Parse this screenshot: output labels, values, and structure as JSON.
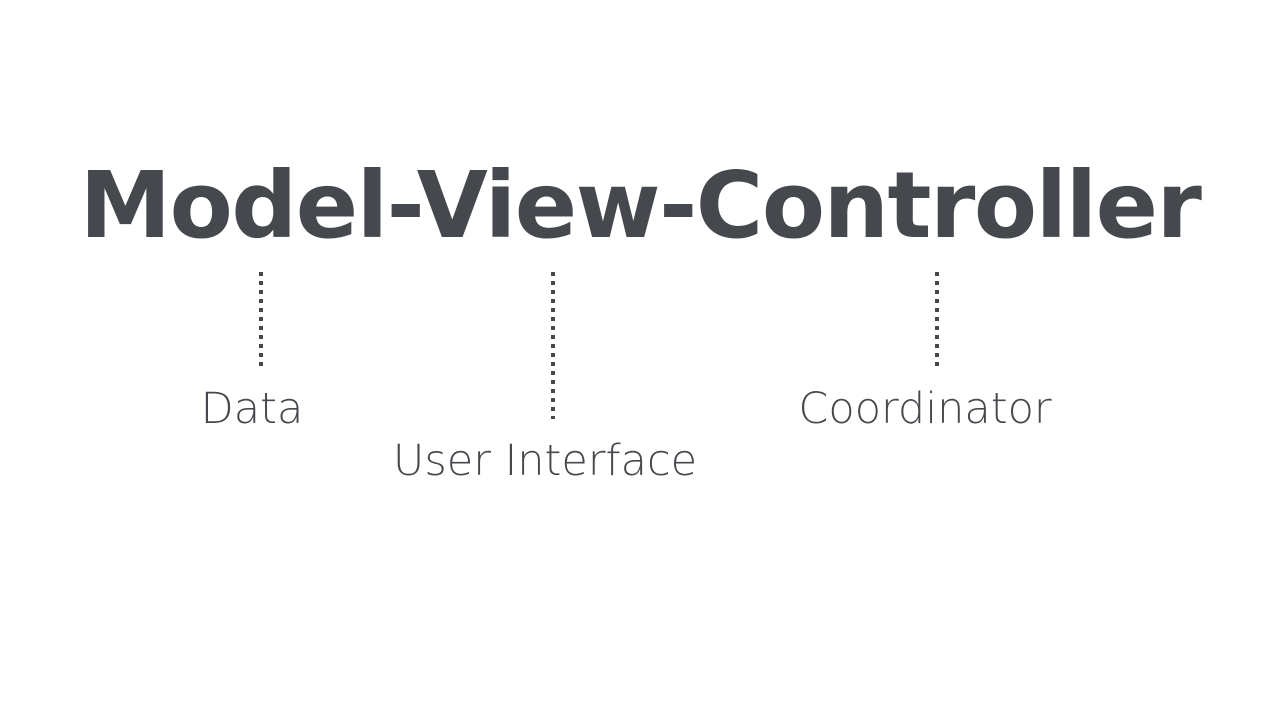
{
  "slide": {
    "background_color": "#ffffff",
    "text_color": "#45484d",
    "title": "Model-View-Controller",
    "annotations": [
      {
        "term": "Model",
        "label": "Data",
        "connector": "dotted-vertical-line"
      },
      {
        "term": "View",
        "label": "User Interface",
        "connector": "dotted-vertical-line"
      },
      {
        "term": "Controller",
        "label": "Coordinator",
        "connector": "dotted-vertical-line"
      }
    ]
  }
}
